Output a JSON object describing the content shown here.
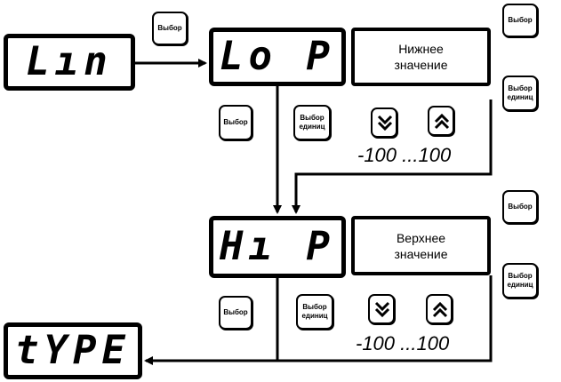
{
  "displays": {
    "lin": "Lın",
    "lop": "Lo P",
    "hip": "Hı P",
    "type": "tYPE"
  },
  "panels": {
    "lower": {
      "line1": "Нижнее",
      "line2": "значение"
    },
    "upper": {
      "line1": "Верхнее",
      "line2": "значение"
    }
  },
  "keys": {
    "select": "Выбор",
    "select_units": {
      "line1": "Выбор",
      "line2": "единиц"
    },
    "down_icon": "double-chevron-down-icon",
    "up_icon": "double-chevron-up-icon"
  },
  "ranges": {
    "lower": "-100 ...100",
    "upper": "-100 ...100"
  }
}
